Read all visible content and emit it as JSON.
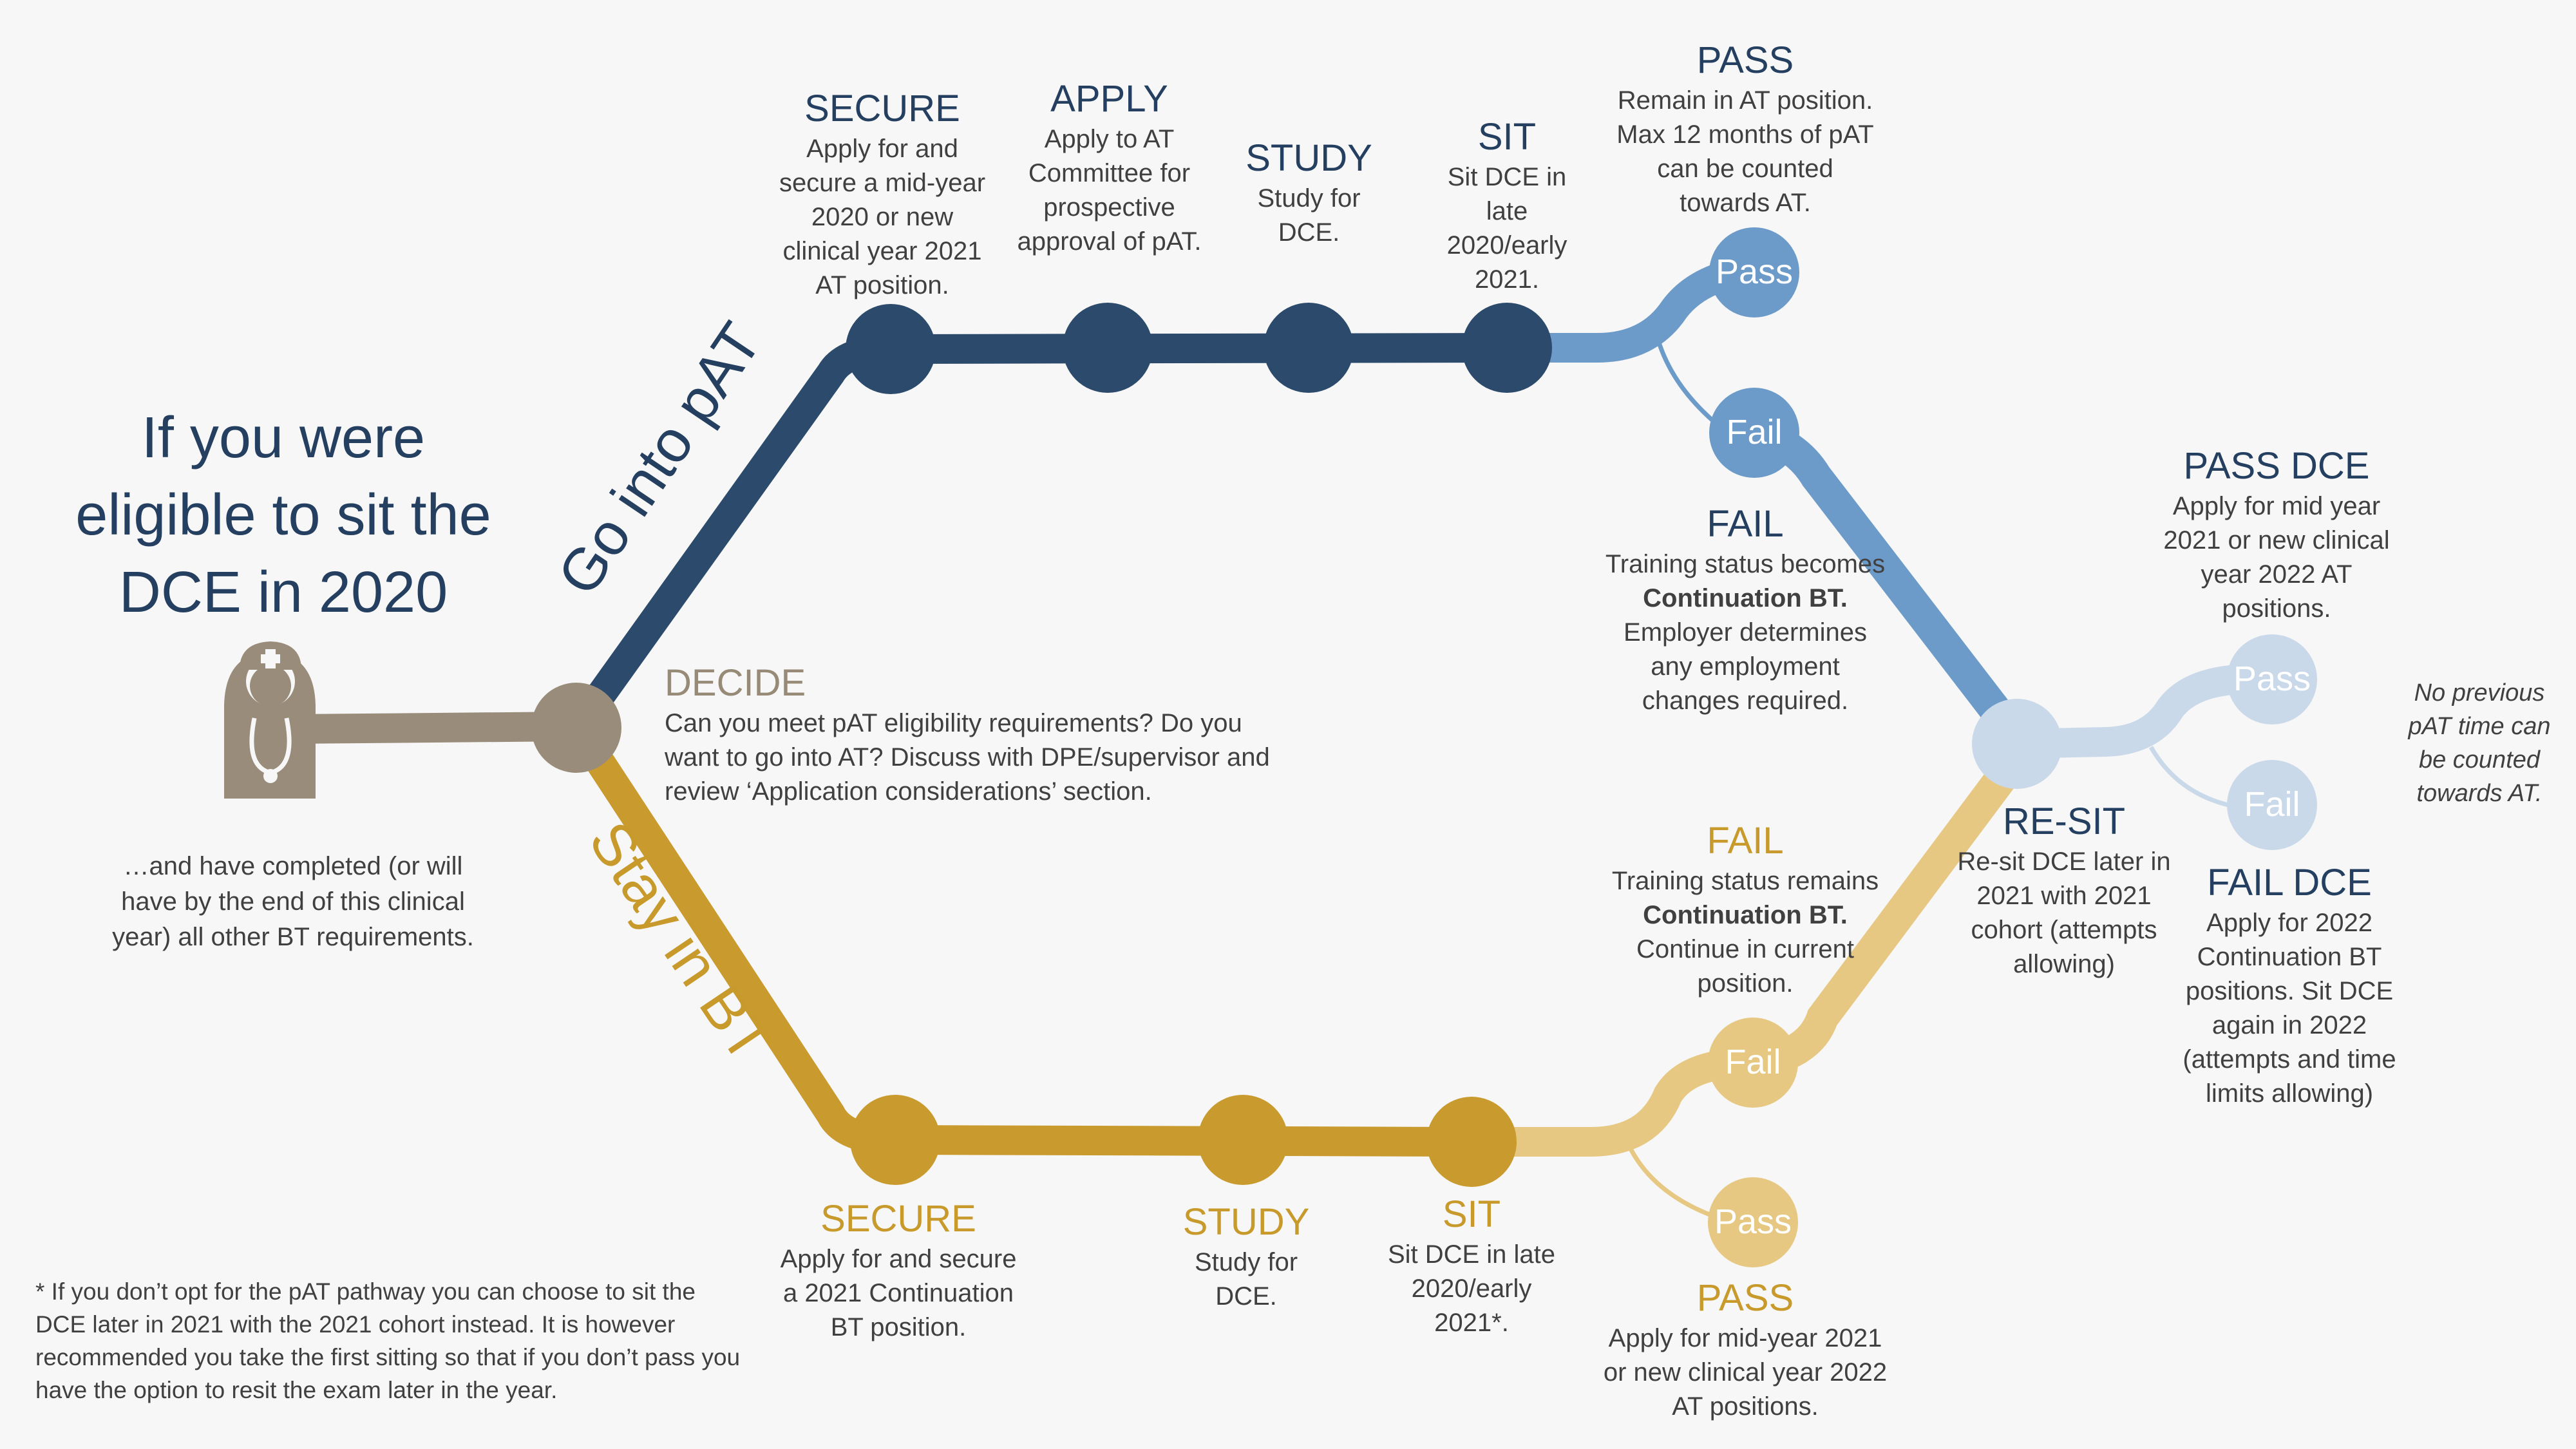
{
  "title": "If you were eligible to sit the DCE in 2020",
  "intro_note": "…and have completed (or will have by the end of this clinical year) all other BT requirements.",
  "colors": {
    "navy": "#2c4a6b",
    "gold": "#c99a2e",
    "taupe": "#998c7a",
    "blue": "#6d9bc9",
    "light_blue": "#c9d9e9",
    "light_gold": "#e6c883"
  },
  "icon": "doctor-icon",
  "branches": {
    "go_pat": "Go into pAT",
    "stay_bt": "Stay in BT"
  },
  "decide": {
    "heading": "DECIDE",
    "text": "Can you meet pAT eligibility requirements? Do you want to go into AT? Discuss with DPE/supervisor and review ‘Application considerations’ section."
  },
  "pat": {
    "secure": {
      "heading": "SECURE",
      "text": "Apply for and secure a mid-year 2020 or new clinical year 2021 AT position."
    },
    "apply": {
      "heading": "APPLY",
      "text": "Apply to AT Committee for prospective approval of pAT."
    },
    "study": {
      "heading": "STUDY",
      "text": "Study for DCE."
    },
    "sit": {
      "heading": "SIT",
      "text": "Sit DCE in late 2020/early 2021."
    },
    "pass": {
      "heading": "PASS",
      "text": "Remain in AT position. Max 12 months of pAT can be counted towards AT."
    },
    "fail": {
      "heading": "FAIL",
      "text_pre": "Training status becomes ",
      "text_bold": "Continuation BT.",
      "text_post": " Employer determines any employment changes required."
    }
  },
  "bt": {
    "secure": {
      "heading": "SECURE",
      "text": "Apply for and secure a 2021 Continuation BT position."
    },
    "study": {
      "heading": "STUDY",
      "text": "Study for DCE."
    },
    "sit": {
      "heading": "SIT",
      "text": "Sit DCE in late 2020/early 2021*."
    },
    "fail": {
      "heading": "FAIL",
      "text_pre": "Training status remains ",
      "text_bold": "Continuation BT.",
      "text_post": " Continue in current position."
    },
    "pass": {
      "heading": "PASS",
      "text": "Apply for mid-year 2021 or new clinical year 2022 AT positions."
    }
  },
  "resit": {
    "heading": "RE-SIT",
    "text": "Re-sit DCE later in 2021 with 2021 cohort (attempts allowing)",
    "pass": {
      "heading": "PASS DCE",
      "text": "Apply for mid year 2021 or new clinical year 2022 AT positions."
    },
    "fail": {
      "heading": "FAIL DCE",
      "text": "Apply for 2022 Continuation BT positions. Sit DCE again in 2022 (attempts and time limits allowing)"
    },
    "note": "No previous pAT time can be counted towards AT."
  },
  "node_labels": {
    "pass": "Pass",
    "fail": "Fail"
  },
  "footnote": "* If you don’t opt for the pAT pathway you can choose to sit the DCE later in 2021 with the 2021 cohort instead. It is however recommended you take the first sitting so that if you don’t pass you have the option to resit the exam later in the year."
}
